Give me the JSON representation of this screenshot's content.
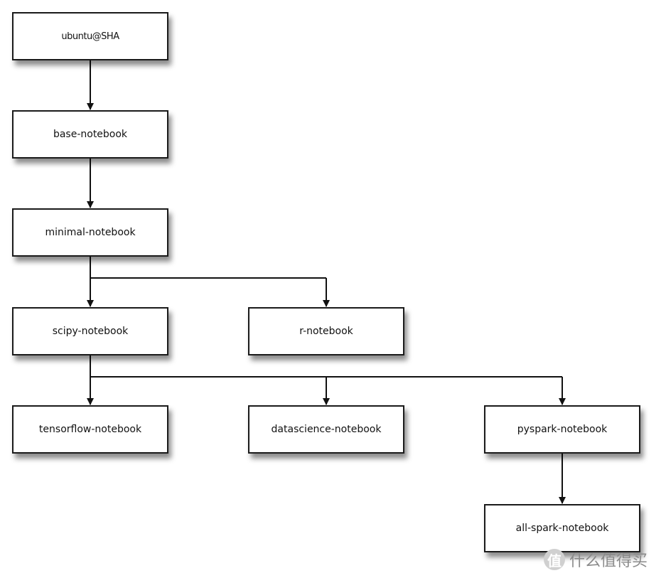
{
  "nodes": {
    "root": "ubuntu@SHA",
    "base": "base-notebook",
    "minimal": "minimal-notebook",
    "scipy": "scipy-notebook",
    "r": "r-notebook",
    "tensorflow": "tensorflow-notebook",
    "datascience": "datascience-notebook",
    "pyspark": "pyspark-notebook",
    "allspark": "all-spark-notebook"
  },
  "edges": [
    [
      "root",
      "base"
    ],
    [
      "base",
      "minimal"
    ],
    [
      "minimal",
      "scipy"
    ],
    [
      "minimal",
      "r"
    ],
    [
      "scipy",
      "tensorflow"
    ],
    [
      "scipy",
      "datascience"
    ],
    [
      "scipy",
      "pyspark"
    ],
    [
      "pyspark",
      "allspark"
    ]
  ],
  "watermark": {
    "logo_glyph": "值",
    "text": "什么值得买"
  },
  "colors": {
    "node_border": "#1a1a1a",
    "edge": "#111111",
    "watermark": "#8a8a8a"
  }
}
